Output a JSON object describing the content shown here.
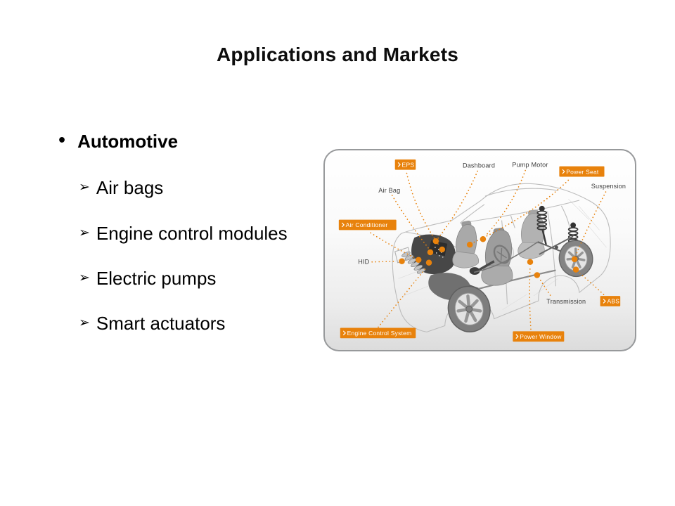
{
  "slide": {
    "title": "Applications and Markets"
  },
  "list": {
    "heading": "Automotive",
    "heading_bullet": "•",
    "item_bullet": "➢",
    "items": [
      "Air bags",
      "Engine control modules",
      "Electric pumps",
      "Smart actuators"
    ]
  },
  "diagram": {
    "accent_color": "#E8820C",
    "tagged_labels": {
      "eps": "EPS",
      "power_seat": "Power Seat",
      "air_conditioner": "Air Conditioner",
      "engine_control_system": "Engine Control System",
      "power_window": "Power Window",
      "abs": "ABS"
    },
    "part_labels": {
      "dashboard": "Dashboard",
      "pump_motor": "Pump Motor",
      "suspension": "Suspension",
      "air_bag": "Air Bag",
      "hid": "HID",
      "transmission": "Transmission"
    }
  }
}
